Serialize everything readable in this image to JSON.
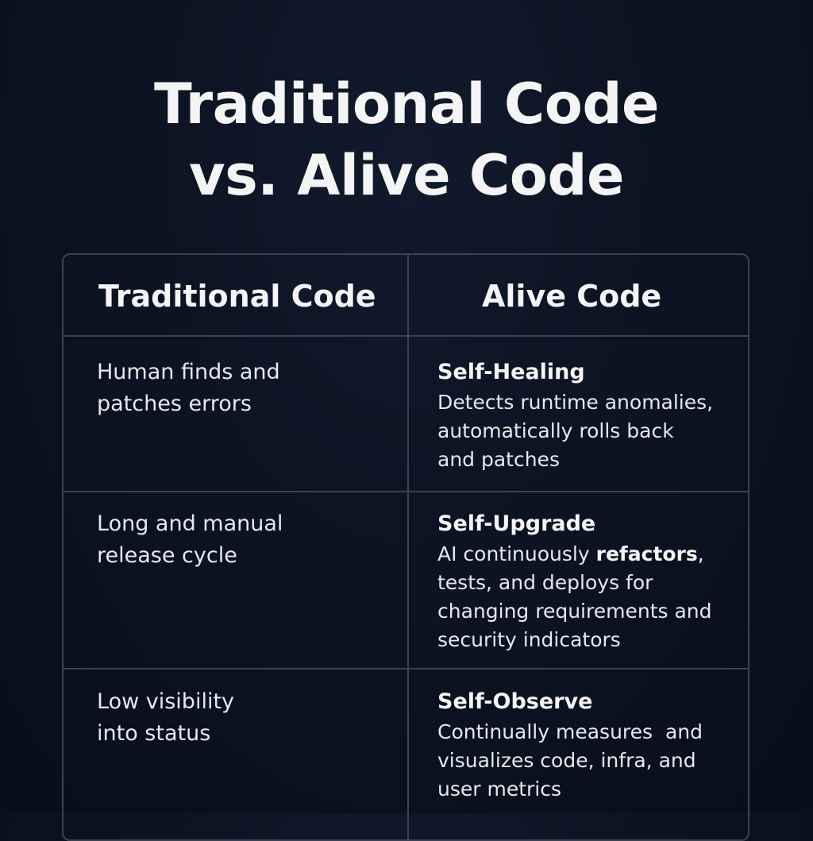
{
  "title": {
    "line1": "Traditional Code",
    "line2": "vs. Alive Code"
  },
  "table": {
    "headers": {
      "left": "Traditional Code",
      "right": "Alive Code"
    },
    "rows": [
      {
        "traditional_line1": "Human finds and",
        "traditional_line2": "patches errors",
        "alive_title": "Self-Healing",
        "alive_desc_line1": "Detects runtime anomalies,",
        "alive_desc_line2": "automatically rolls back",
        "alive_desc_line3": "and patches"
      },
      {
        "traditional_line1": "Long and manual",
        "traditional_line2": "release cycle",
        "alive_title": "Self-Upgrade",
        "alive_desc_line1_a": "AI continuously ",
        "alive_desc_line1_b": "refactors",
        "alive_desc_line1_c": ",",
        "alive_desc_line2": "tests, and deploys for",
        "alive_desc_line3": "changing requirements and",
        "alive_desc_line4": "security indicators"
      },
      {
        "traditional_line1": "Low visibility",
        "traditional_line2": "into status",
        "alive_title": "Self-Observe",
        "alive_desc_line1": "Continually measures  and",
        "alive_desc_line2": "visualizes code, infra, and",
        "alive_desc_line3": "user metrics"
      }
    ]
  }
}
